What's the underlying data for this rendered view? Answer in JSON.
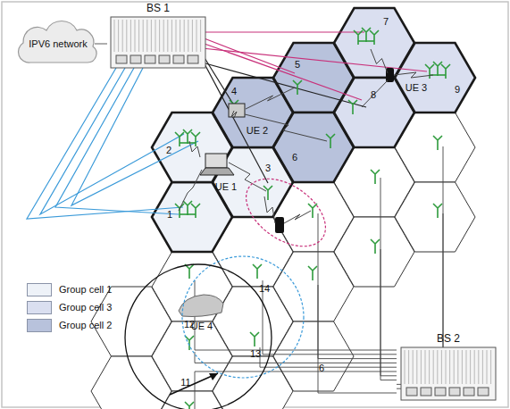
{
  "diagram": {
    "nodes": [
      {
        "text": [
          "IPV6 network"
        ]
      },
      {
        "text": [
          "BS 1"
        ]
      },
      {
        "text": [
          "BS 2"
        ]
      }
    ],
    "edges": [
      {
        "from": 0,
        "to": 1,
        "arrow": "none"
      }
    ],
    "labels": [
      "1",
      "2",
      "3",
      "4",
      "5",
      "6",
      "7",
      "8",
      "9",
      "14",
      "12",
      "13",
      "11",
      "6",
      "UE 1",
      "UE 2",
      "UE 3",
      "UE 4"
    ],
    "legend": [
      {
        "text": "Group cell 1",
        "color": "#eef2f8"
      },
      {
        "text": "Group cell 3",
        "color": "#dadff0"
      },
      {
        "text": "Group cell 2",
        "color": "#b8c2dc"
      }
    ]
  }
}
